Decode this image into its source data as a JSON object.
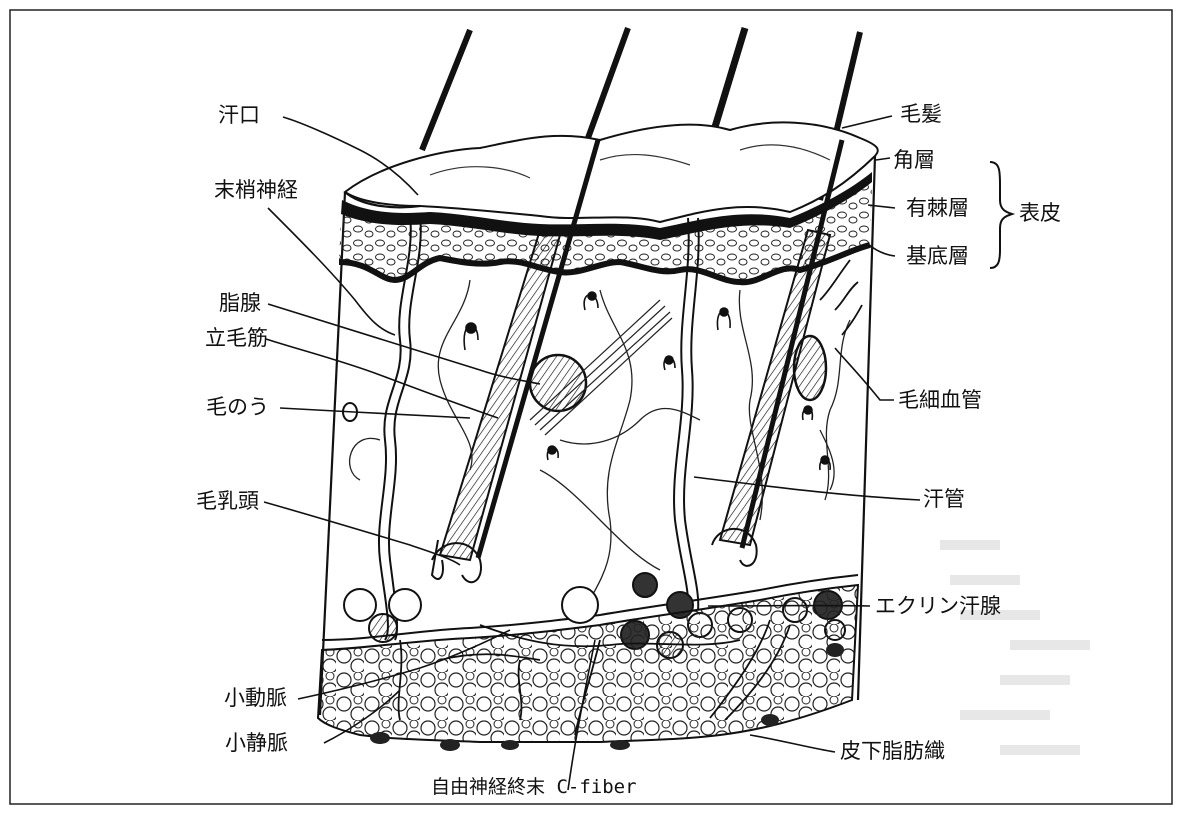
{
  "diagram": {
    "labels": {
      "sweat_pore": "汗口",
      "hair": "毛髪",
      "peripheral_nerve": "末梢神経",
      "stratum_corneum": "角層",
      "stratum_spinosum": "有棘層",
      "epidermis": "表皮",
      "stratum_basale": "基底層",
      "sebaceous_gland": "脂腺",
      "arrector_pili": "立毛筋",
      "hair_follicle": "毛のう",
      "capillary": "毛細血管",
      "dermal_papilla": "毛乳頭",
      "sweat_duct": "汗管",
      "eccrine_gland": "エクリン汗腺",
      "arteriole": "小動脈",
      "venule": "小静脈",
      "subcutaneous_fat": "皮下脂肪織",
      "free_nerve_ending": "自由神経終末 C-fiber"
    }
  }
}
